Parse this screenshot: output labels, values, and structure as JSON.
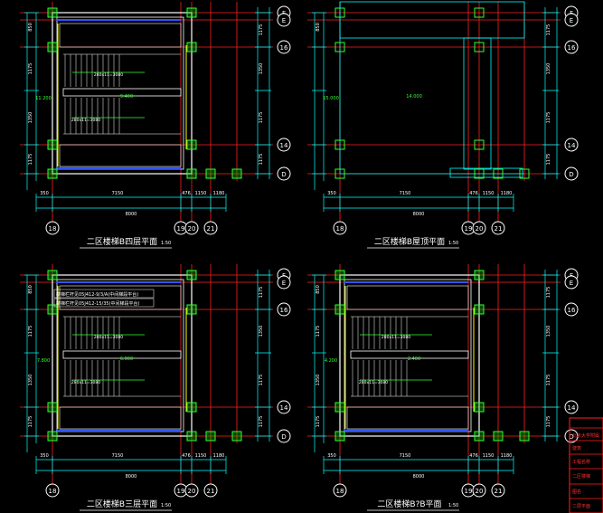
{
  "colors": {
    "background": "#000000",
    "wall": "#ffffff",
    "axis": "#ff2020",
    "dimension": "#00ffff",
    "structure": "#33ff33",
    "stair": "#ffffff",
    "frame": "#3355ff",
    "title": "#ffffff",
    "grid_bubble": "#ffffff",
    "titleblock_text": "#ff3030"
  },
  "grid_axes_right": [
    "F",
    "E",
    "16",
    "14",
    "D"
  ],
  "grid_axes_bottom": [
    "18",
    "19",
    "20",
    "21"
  ],
  "plans": [
    {
      "id": "plan-4f",
      "title": "二区楼梯B四层平面",
      "scale": "1:50",
      "dims_bottom_top": [
        "350",
        "7150",
        "476",
        "1150",
        "1180"
      ],
      "dims_bottom_total": "8000",
      "dims_right": [
        "1175",
        "1350",
        "1175",
        "1175"
      ],
      "dims_left": [
        "850",
        "1175",
        "1350",
        "1175"
      ],
      "levels": [
        "11.200",
        "9.400"
      ],
      "step_labels": [
        "280x11=3080",
        "280x11=3080"
      ],
      "notes": []
    },
    {
      "id": "plan-roof",
      "title": "二区楼梯B屋顶平面",
      "scale": "1:50",
      "dims_bottom_top": [
        "350",
        "7150",
        "476",
        "1150",
        "1180"
      ],
      "dims_bottom_total": "8000",
      "dims_right": [
        "1175",
        "1350",
        "1175",
        "1175"
      ],
      "dims_left": [
        "850"
      ],
      "levels": [
        "15.000",
        "14.000"
      ],
      "step_labels": [],
      "notes": []
    },
    {
      "id": "plan-3f",
      "title": "二区楼梯B三层平面",
      "scale": "1:50",
      "dims_bottom_top": [
        "350",
        "7150",
        "476",
        "1150",
        "1180"
      ],
      "dims_bottom_total": "8000",
      "dims_right": [
        "1175",
        "1350",
        "1175",
        "1175"
      ],
      "dims_left": [
        "850",
        "1175",
        "1350",
        "1175"
      ],
      "levels": [
        "7.800",
        "6.000"
      ],
      "step_labels": [
        "280x11=3080",
        "280x11=3080"
      ],
      "notes": [
        "楼梯栏杆见05J412-9/3/A(中间梯段平台)",
        "楼梯栏杆见05J412-15/35(中间梯段平台)"
      ]
    },
    {
      "id": "plan-2f",
      "title": "二区楼梯B?B平面",
      "scale": "1:50",
      "dims_bottom_top": [
        "350",
        "7150",
        "476",
        "1150",
        "1180"
      ],
      "dims_bottom_total": "8000",
      "dims_right": [
        "1175",
        "1350",
        "1175",
        "1175"
      ],
      "dims_left": [
        "850",
        "1175",
        "1350",
        "1175"
      ],
      "levels": [
        "4.200",
        "2.400"
      ],
      "step_labels": [
        "280x11=3080",
        "280x11=3080"
      ],
      "notes": []
    }
  ],
  "title_block": {
    "rows": [
      "北京大学附属",
      "建筑",
      "工程名称",
      "二区楼梯",
      "图名",
      "二层平面"
    ]
  }
}
